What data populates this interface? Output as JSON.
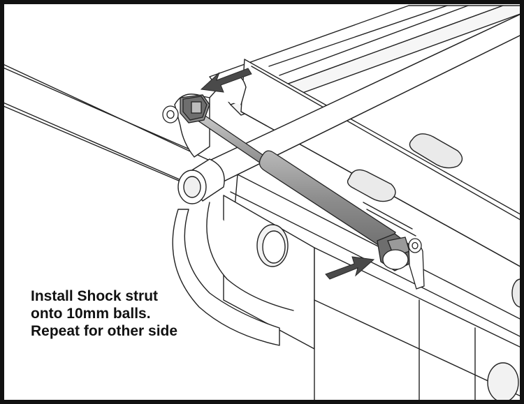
{
  "caption": {
    "lines": [
      "Install Shock strut",
      "onto 10mm balls.",
      "Repeat for other side"
    ]
  },
  "colors": {
    "border": "#111111",
    "line": "#222222",
    "metal_fill": "#ffffff",
    "shock_body": "#8c8c8c",
    "shock_rod": "#a8a8a8",
    "end_cap": "#6e6e6e",
    "arrow": "#4a4a4a",
    "slot_shade": "#eaeaea"
  },
  "icons": [
    "arrow-left-icon",
    "arrow-right-icon"
  ]
}
